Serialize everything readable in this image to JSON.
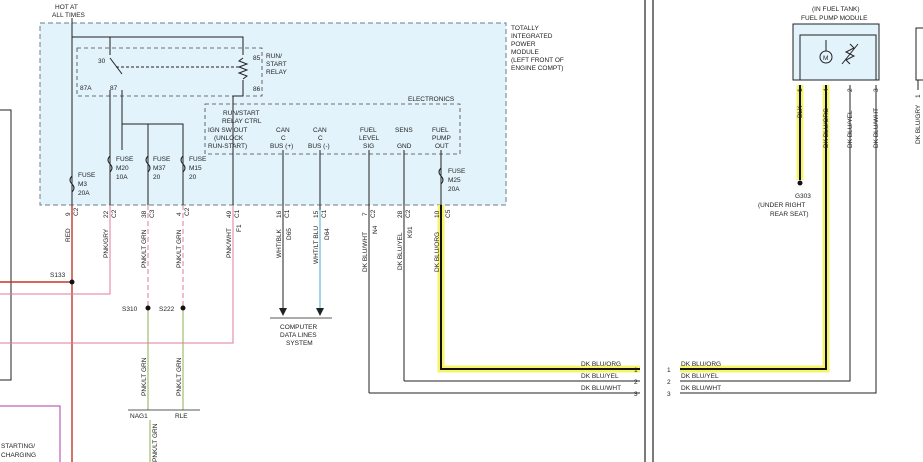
{
  "diagram": {
    "tipm": {
      "hot_label": [
        "HOT AT",
        "ALL TIMES"
      ],
      "title_lines": [
        "TOTALLY",
        "INTEGRATED",
        "POWER",
        "MODULE",
        "(LEFT FRONT OF",
        "ENGINE COMPT)"
      ],
      "relay_label": [
        "RUN/",
        "START",
        "RELAY"
      ],
      "relay_pins": [
        "30",
        "85",
        "87A",
        "87",
        "86"
      ],
      "electronics_label": "ELECTRONICS",
      "relay_ctrl": [
        "RUN/START",
        "RELAY CTRL"
      ],
      "electronics_cols": [
        {
          "lines": [
            "IGN SW OUT",
            "(UNLOCK",
            "RUN-START)"
          ]
        },
        {
          "lines": [
            "CAN",
            "C",
            "BUS (+)"
          ]
        },
        {
          "lines": [
            "CAN",
            "C",
            "BUS (-)"
          ]
        },
        {
          "lines": [
            "FUEL",
            "LEVEL",
            "SIG"
          ]
        },
        {
          "lines": [
            "SENS",
            "GND"
          ]
        },
        {
          "lines": [
            "FUEL",
            "PUMP",
            "OUT"
          ]
        }
      ],
      "fuses": [
        {
          "lines": [
            "FUSE",
            "M3",
            "20A"
          ]
        },
        {
          "lines": [
            "FUSE",
            "M20",
            "10A"
          ]
        },
        {
          "lines": [
            "FUSE",
            "M37",
            "20"
          ]
        },
        {
          "lines": [
            "FUSE",
            "M15",
            "20"
          ]
        },
        {
          "lines": [
            "FUSE",
            "M25",
            "20A"
          ]
        }
      ]
    },
    "pins": [
      {
        "pin": "9",
        "conn": "C2",
        "wire": "RED"
      },
      {
        "pin": "22",
        "conn": "C2",
        "wire": "PNK/GRY"
      },
      {
        "pin": "38",
        "conn": "C3",
        "wire": "PNK/LT GRN"
      },
      {
        "pin": "4",
        "conn": "C2",
        "wire": "PNK/LT GRN"
      },
      {
        "pin": "49",
        "conn": "C1",
        "wire": "PNK/WHT",
        "circuit": "F1"
      },
      {
        "pin": "16",
        "conn": "C1",
        "wire": "WHT/BLK",
        "circuit": "D65"
      },
      {
        "pin": "15",
        "conn": "C1",
        "wire": "WHT/LT BLU",
        "circuit": "D64"
      },
      {
        "pin": "7",
        "conn": "C2",
        "wire": "DK BLU/WHT",
        "circuit": "N4"
      },
      {
        "pin": "28",
        "conn": "C2",
        "wire": "DK BLU/YEL",
        "circuit": "K91"
      },
      {
        "pin": "10",
        "conn": "C5",
        "wire": "DK BLU/ORG"
      }
    ],
    "splices": [
      "S133",
      "S310",
      "S222"
    ],
    "lower_wires": [
      "PNK/LT GRN",
      "PNK/LT GRN",
      "PNK/LT GRN"
    ],
    "lower_labels": [
      "NAG1",
      "RLE"
    ],
    "computer_label": [
      "COMPUTER",
      "DATA LINES",
      "SYSTEM"
    ],
    "starting_label": [
      "STARTING/",
      "CHARGING"
    ],
    "left_connector": [
      {
        "num": "1",
        "wire": "DK BLU/ORG"
      },
      {
        "num": "2",
        "wire": "DK BLU/YEL"
      },
      {
        "num": "3",
        "wire": "DK BLU/WHT"
      }
    ],
    "right_connector": [
      {
        "num": "1",
        "wire": "DK BLU/ORG"
      },
      {
        "num": "2",
        "wire": "DK BLU/YEL"
      },
      {
        "num": "3",
        "wire": "DK BLU/WHT"
      }
    ],
    "fuel_pump": {
      "location": "(IN FUEL TANK)",
      "title": "FUEL PUMP MODULE",
      "pins": [
        "1",
        "4",
        "2",
        "3"
      ],
      "wires": [
        "BLK",
        "DK BLU/ORG",
        "DK BLU/YEL",
        "DK BLU/WHT"
      ],
      "motor_symbol": "M",
      "ground": [
        "G303",
        "(UNDER RIGHT",
        "REAR SEAT)"
      ]
    },
    "far_right": {
      "pin": "1",
      "wire": "DK BLU/GRY"
    }
  }
}
